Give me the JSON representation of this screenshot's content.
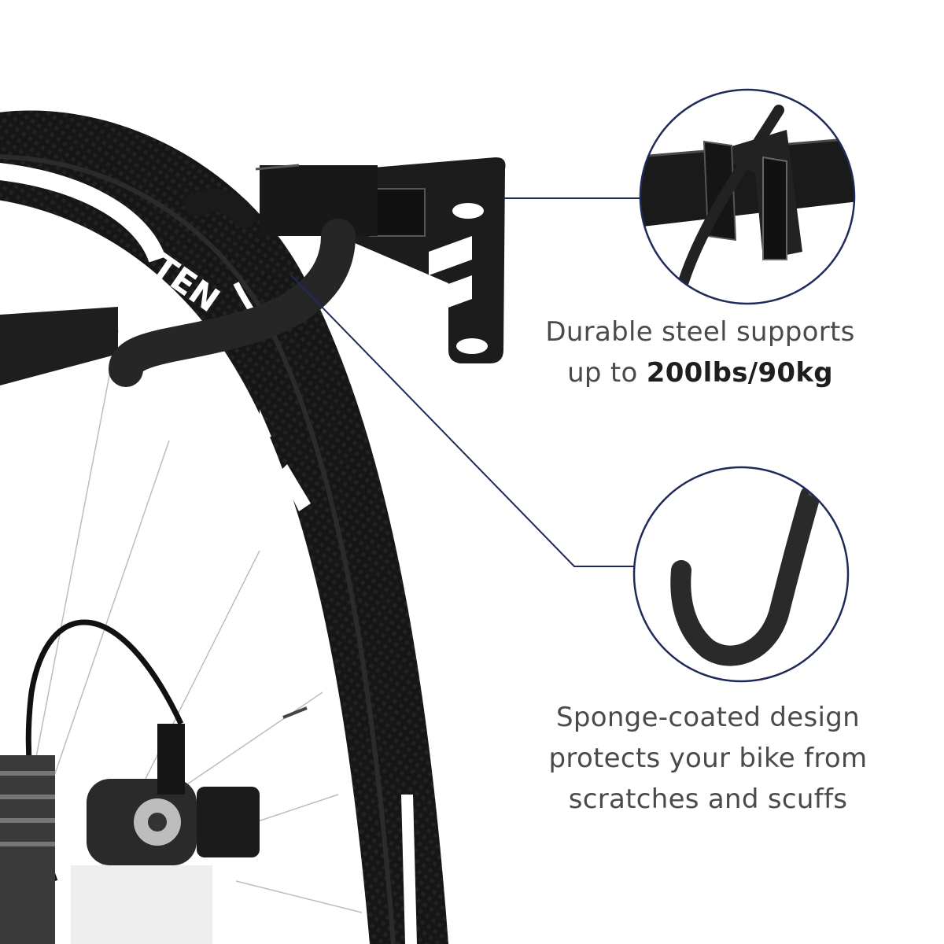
{
  "callouts": [
    {
      "id": "steel",
      "line1": "Durable steel supports",
      "line2_prefix": "up to ",
      "line2_bold": "200lbs/90kg"
    },
    {
      "id": "sponge",
      "line1": "Sponge-coated design",
      "line2": "protects your bike from",
      "line3": "scratches and scuffs"
    }
  ],
  "wheel_brand_text": "TEN",
  "colors": {
    "background": "#ffffff",
    "callout_circle": "#1f2a5a",
    "leader_line": "#1f2a5a",
    "caption_text": "#4a4a4a",
    "tire": "#151515",
    "rack_metal": "#1c1c1c"
  }
}
